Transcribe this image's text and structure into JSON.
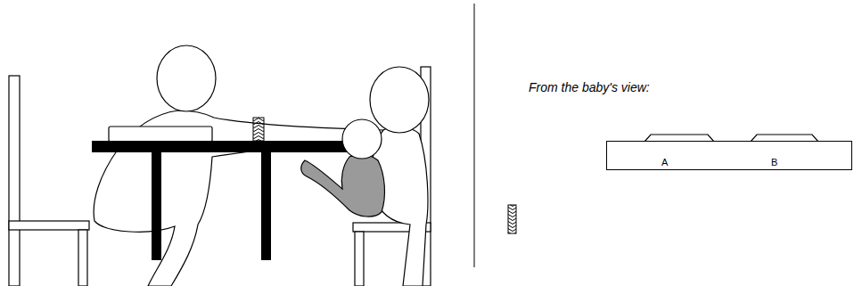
{
  "diagram": {
    "nodes": [
      {
        "text": [
          "A",
          "B"
        ]
      }
    ],
    "labels": [
      "From the baby's view:"
    ]
  }
}
